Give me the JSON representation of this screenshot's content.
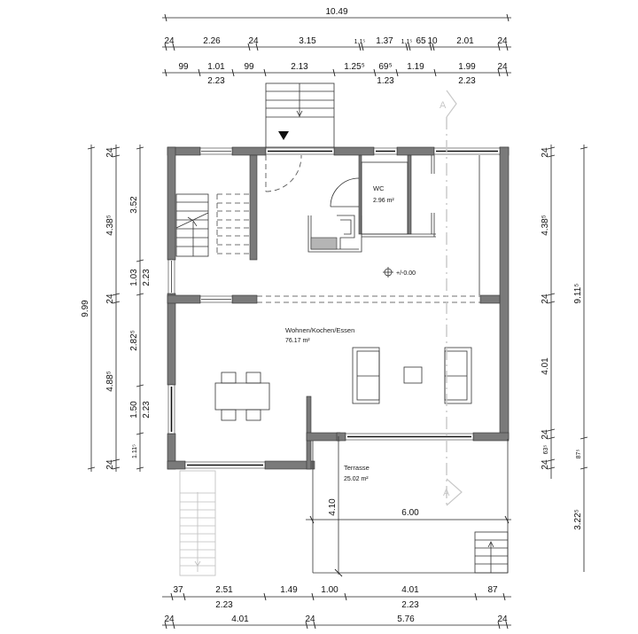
{
  "rooms": {
    "wc": {
      "name": "WC",
      "area": "2.96 m²"
    },
    "living": {
      "name": "Wohnen/Kochen/Essen",
      "area": "76.17 m²"
    },
    "terrace": {
      "name": "Terrasse",
      "area": "25.02 m²"
    }
  },
  "level_marker": "+/-0.00",
  "section_marker": "A",
  "dimensions": {
    "top_total": "10.49",
    "top_row1": [
      "24",
      "2.26",
      "24",
      "3.15",
      "1.1⁵",
      "1.37",
      "1.1⁵",
      "65",
      "10",
      "2.01",
      "24"
    ],
    "top_row2_upper": [
      "99",
      "1.01",
      "99",
      "2.13",
      "1.25⁵",
      "69⁵",
      "1.19",
      "1.99",
      "24"
    ],
    "top_row2_lower": [
      "2.23",
      "1.23",
      "2.23"
    ],
    "left_total": "9.99",
    "left_row1": [
      "24",
      "4.38⁵",
      "24",
      "4.88⁵",
      "24"
    ],
    "left_row2_upper": [
      "3.52",
      "1.03",
      "2.82⁵",
      "1.50",
      "1.11⁵"
    ],
    "left_row2_lower": [
      "2.23",
      "2.23"
    ],
    "right_row1": [
      "24",
      "4.38⁵",
      "24",
      "4.01",
      "24",
      "63⁵",
      "24"
    ],
    "right_row2": [
      "9.11⁵",
      "87⁵",
      "3.22⁵"
    ],
    "bottom_row1_upper": [
      "37",
      "2.51",
      "1.49",
      "1.00",
      "4.01",
      "87"
    ],
    "bottom_row1_lower": [
      "2.23",
      "2.23"
    ],
    "bottom_row2": [
      "24",
      "4.01",
      "24",
      "5.76",
      "24"
    ],
    "terrace_width": "6.00",
    "terrace_depth": "4.10"
  },
  "colors": {
    "wall_fill": "#7a7a7a",
    "line": "#222222",
    "section_line": "#c8c8c8",
    "counter_fill": "#b5b5b5"
  }
}
